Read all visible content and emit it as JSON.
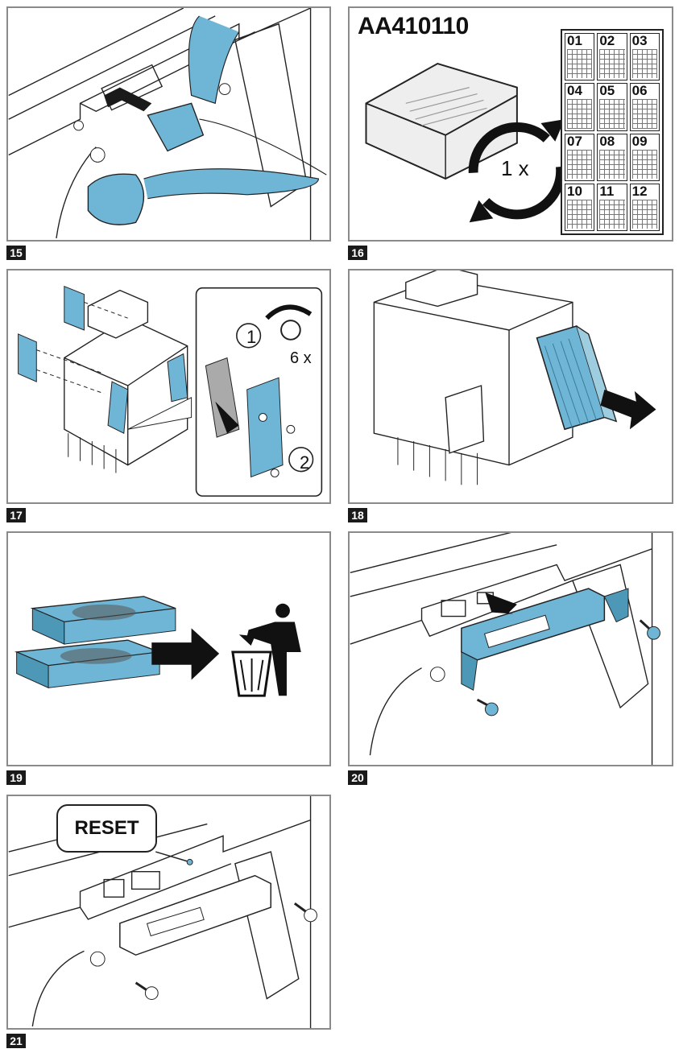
{
  "steps": [
    {
      "number": "15"
    },
    {
      "number": "16",
      "model": "AA410110",
      "rotation_label": "1 x",
      "calendar": [
        "01",
        "02",
        "03",
        "04",
        "05",
        "06",
        "07",
        "08",
        "09",
        "10",
        "11",
        "12"
      ]
    },
    {
      "number": "17",
      "step1": "1",
      "step2": "2",
      "turns": "6 x"
    },
    {
      "number": "18"
    },
    {
      "number": "19"
    },
    {
      "number": "20"
    },
    {
      "number": "21",
      "callout": "RESET"
    }
  ],
  "colors": {
    "accent": "#6fb6d6",
    "frame": "#8a8a8a",
    "ink": "#1a1a1a"
  },
  "icons": [
    "power-plug-icon",
    "calendar-icon",
    "rotate-icon",
    "arrow-icon",
    "trash-bin-icon",
    "screw-icon"
  ]
}
